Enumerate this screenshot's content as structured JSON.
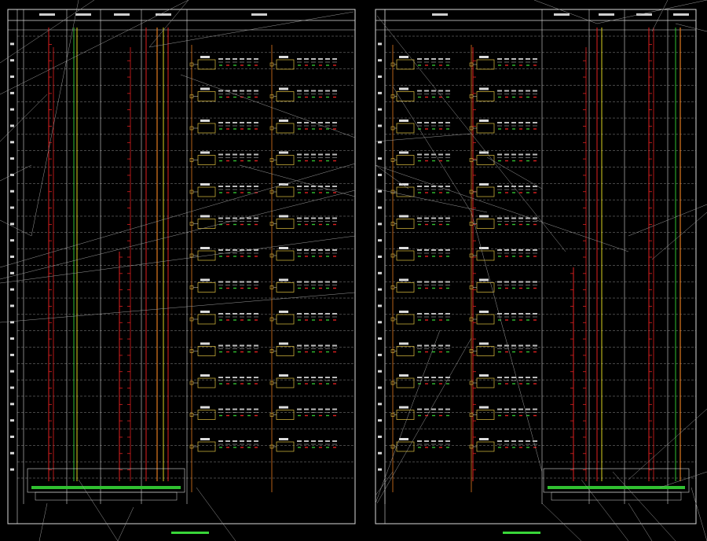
{
  "sheets": [
    {
      "id": "left",
      "riser_count": 5,
      "floors": 27,
      "panel_rows": 12
    },
    {
      "id": "right",
      "riser_count": 5,
      "floors": 27,
      "panel_rows": 12
    }
  ],
  "colors": {
    "background": "#000000",
    "frame": "#d8d8d8",
    "riser_red": "#e02020",
    "riser_green": "#30c030",
    "riser_yellow": "#d8d020",
    "riser_orange": "#e07a20",
    "panel_box": "#e0c040",
    "grid": "#c8c8c8",
    "construction": "#9a9a9a"
  }
}
